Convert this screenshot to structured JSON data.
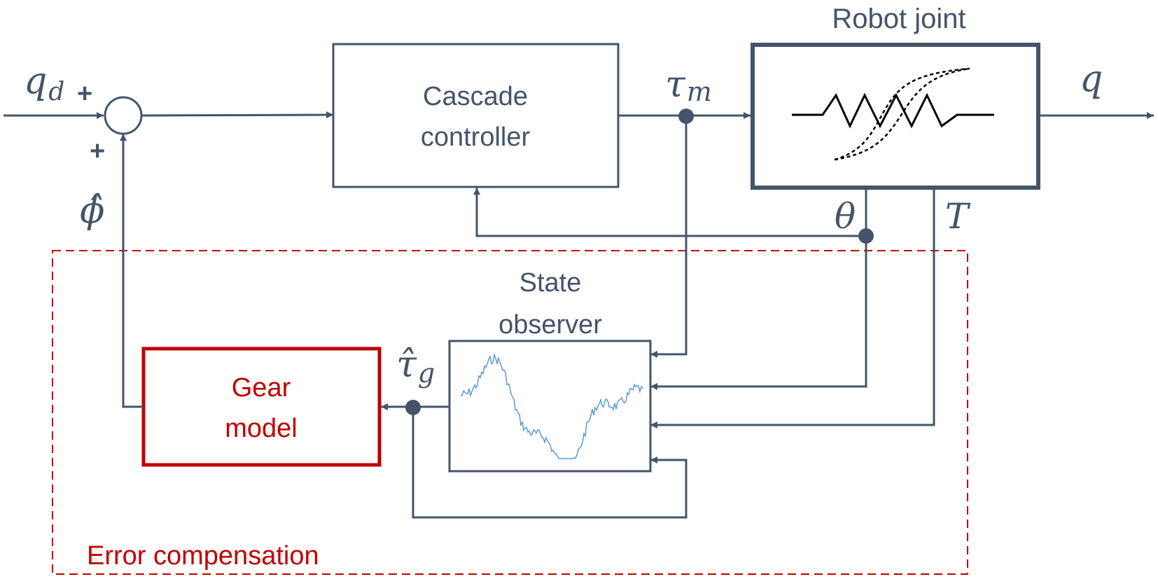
{
  "colors": {
    "line": "#44546a",
    "red": "#c00000",
    "signal": "#5b9bd5",
    "black": "#000000"
  },
  "inputs": {
    "qd_main": "q",
    "qd_sub": "d",
    "plus_top": "+",
    "plus_bottom": "+"
  },
  "blocks": {
    "cascade_line1": "Cascade",
    "cascade_line2": "controller",
    "robot_title": "Robot joint",
    "observer_line1": "State",
    "observer_line2": "observer",
    "gear_line1": "Gear",
    "gear_line2": "model",
    "error_region": "Error compensation"
  },
  "signals": {
    "tau_m_main": "τ",
    "tau_m_sub": "m",
    "q_out": "q",
    "theta": "θ",
    "T": "T",
    "phi_hat": "ϕ̂",
    "tau_g_main": "τ̂",
    "tau_g_sub": "g"
  },
  "icons": {
    "spring": "spring-icon",
    "hysteresis": "hysteresis-icon",
    "noisy_signal": "noisy-signal-icon"
  }
}
